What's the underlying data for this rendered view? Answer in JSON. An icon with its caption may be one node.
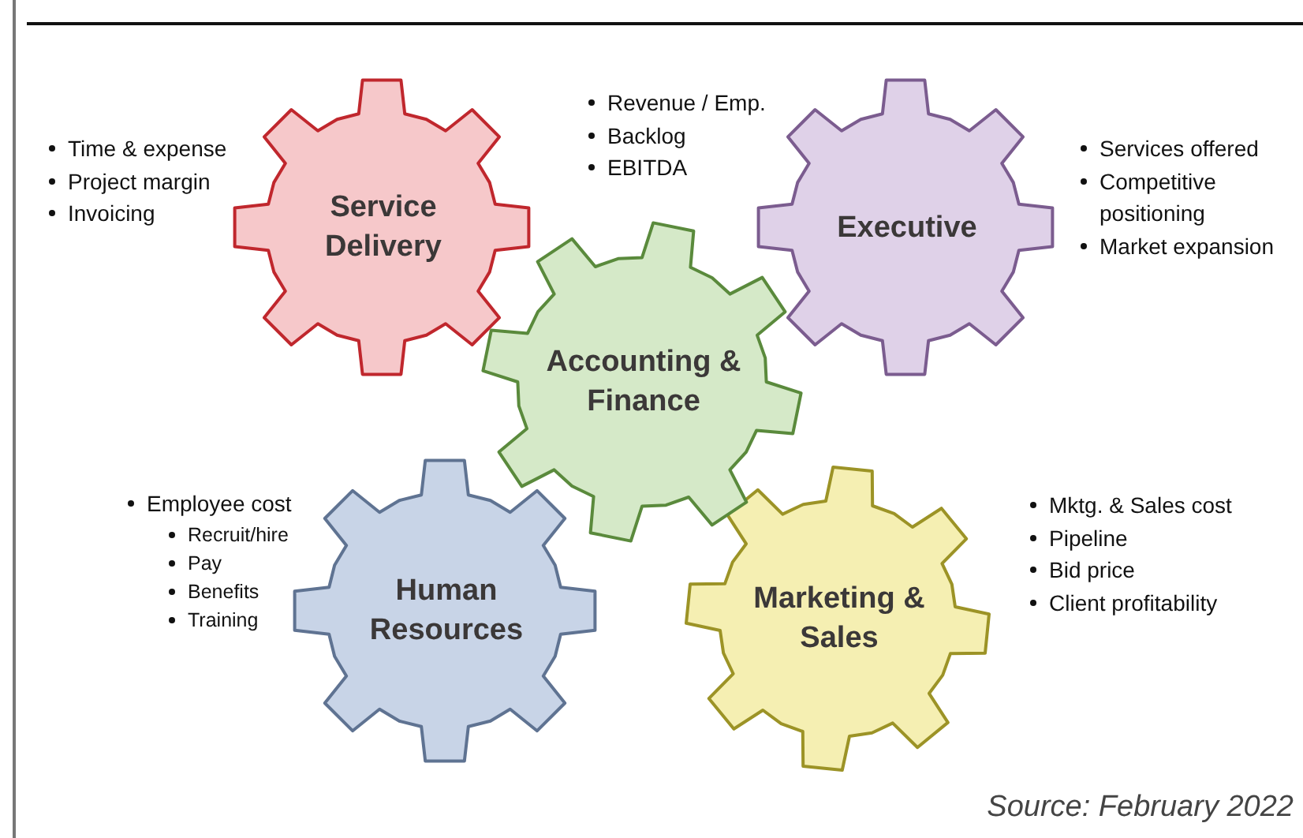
{
  "diagram": {
    "caption": "Source: February 2022",
    "nodes": [
      {
        "text": [
          "Service Delivery"
        ],
        "beside": [
          "Time & expense",
          "Project margin",
          "Invoicing"
        ]
      },
      {
        "text": [
          "Executive"
        ],
        "beside": [
          "Services offered",
          "Competitive positioning",
          "Market expansion"
        ]
      },
      {
        "text": [
          "Accounting & Finance"
        ],
        "beside": [
          "Revenue / Emp.",
          "Backlog",
          "EBITDA"
        ]
      },
      {
        "text": [
          "Human Resources"
        ],
        "beside": [
          "Employee cost",
          "Recruit/hire",
          "Pay",
          "Benefits",
          "Training"
        ]
      },
      {
        "text": [
          "Marketing & Sales"
        ],
        "beside": [
          "Mktg. & Sales cost",
          "Pipeline",
          "Bid price",
          "Client profitability"
        ]
      }
    ]
  }
}
